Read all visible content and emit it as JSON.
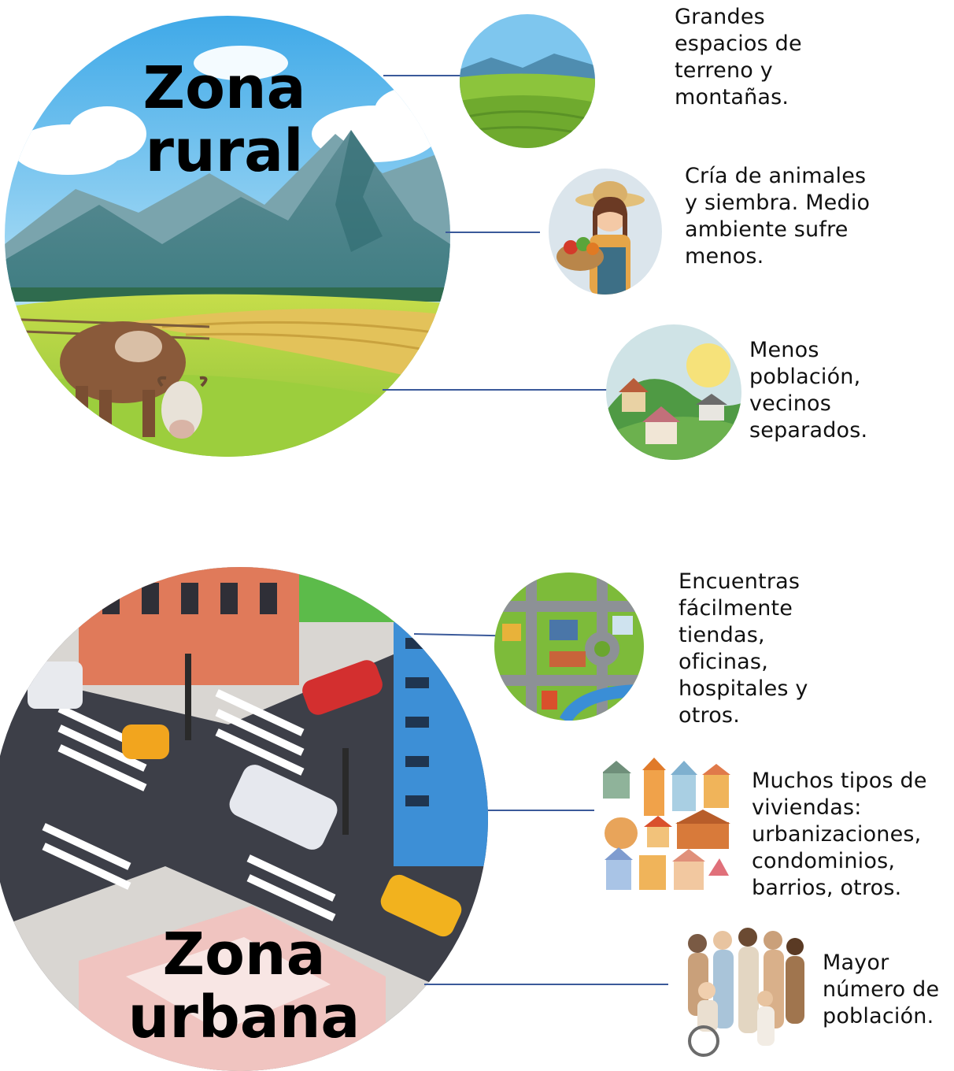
{
  "rural": {
    "title_line1": "Zona",
    "title_line2": "rural",
    "items": [
      {
        "text": "Grandes espacios de terreno y montañas.",
        "icon": "landscape-icon"
      },
      {
        "text": "Cría de animales y siembra. Medio ambiente sufre menos.",
        "icon": "farmer-icon"
      },
      {
        "text": "Menos población, vecinos separados.",
        "icon": "village-icon"
      }
    ]
  },
  "urban": {
    "title_line1": "Zona",
    "title_line2": "urbana",
    "items": [
      {
        "text": "Encuentras fácilmente tiendas, oficinas, hospitales y otros.",
        "icon": "city-map-icon"
      },
      {
        "text": "Muchos tipos de viviendas: urbanizaciones, condominios, barrios, otros.",
        "icon": "houses-icon"
      },
      {
        "text": "Mayor número de población.",
        "icon": "people-icon"
      }
    ]
  },
  "colors": {
    "connector": "#3b5a9a",
    "text": "#111111"
  }
}
